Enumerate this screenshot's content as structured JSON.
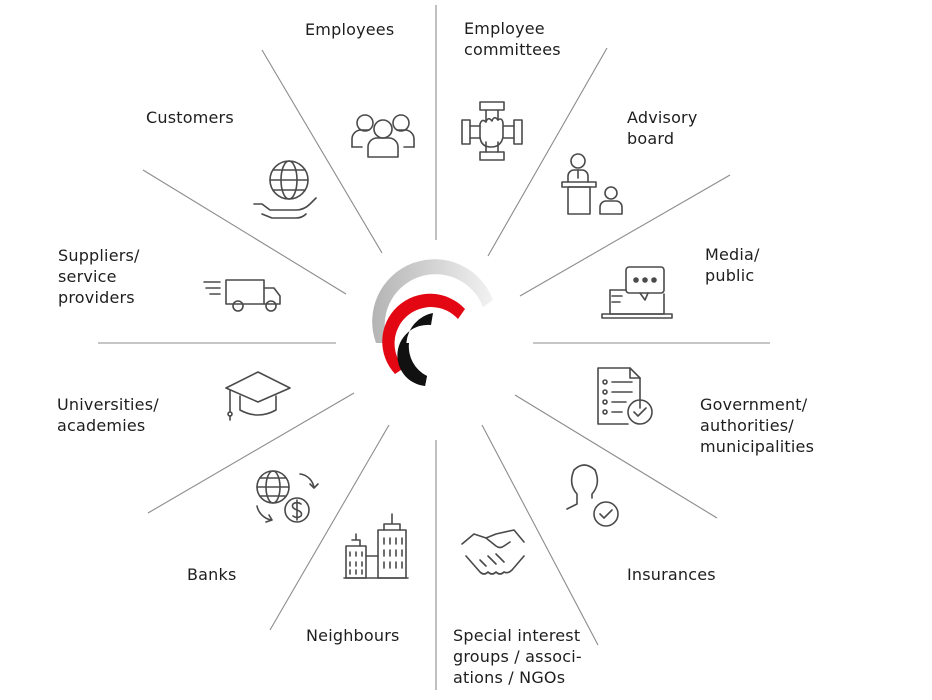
{
  "stakeholders": [
    {
      "id": "employees",
      "label": "Employees",
      "icon": "group-of-people-icon"
    },
    {
      "id": "employee-committees",
      "label": "Employee\ncommittees",
      "icon": "joined-hands-icon"
    },
    {
      "id": "advisory-board",
      "label": "Advisory\nboard",
      "icon": "speaker-podium-icon"
    },
    {
      "id": "media-public",
      "label": "Media/\npublic",
      "icon": "laptop-chat-icon"
    },
    {
      "id": "government",
      "label": "Government/\nauthorities/\nmunicipalities",
      "icon": "checklist-document-icon"
    },
    {
      "id": "insurances",
      "label": "Insurances",
      "icon": "person-check-icon"
    },
    {
      "id": "special-interest",
      "label": "Special interest\ngroups / associ-\nations / NGOs",
      "icon": "handshake-icon"
    },
    {
      "id": "neighbours",
      "label": "Neighbours",
      "icon": "city-buildings-icon"
    },
    {
      "id": "banks",
      "label": "Banks",
      "icon": "globe-dollar-icon"
    },
    {
      "id": "universities",
      "label": "Universities/\nacademies",
      "icon": "graduation-cap-icon"
    },
    {
      "id": "suppliers",
      "label": "Suppliers/\nservice\nproviders",
      "icon": "delivery-truck-icon"
    },
    {
      "id": "customers",
      "label": "Customers",
      "icon": "globe-in-hand-icon"
    }
  ],
  "colors": {
    "lines": "#8c8c8c",
    "icons": "#4a4a4a",
    "arc_gray": "#c8c8c8",
    "arc_red": "#e30613",
    "arc_black": "#111111"
  }
}
